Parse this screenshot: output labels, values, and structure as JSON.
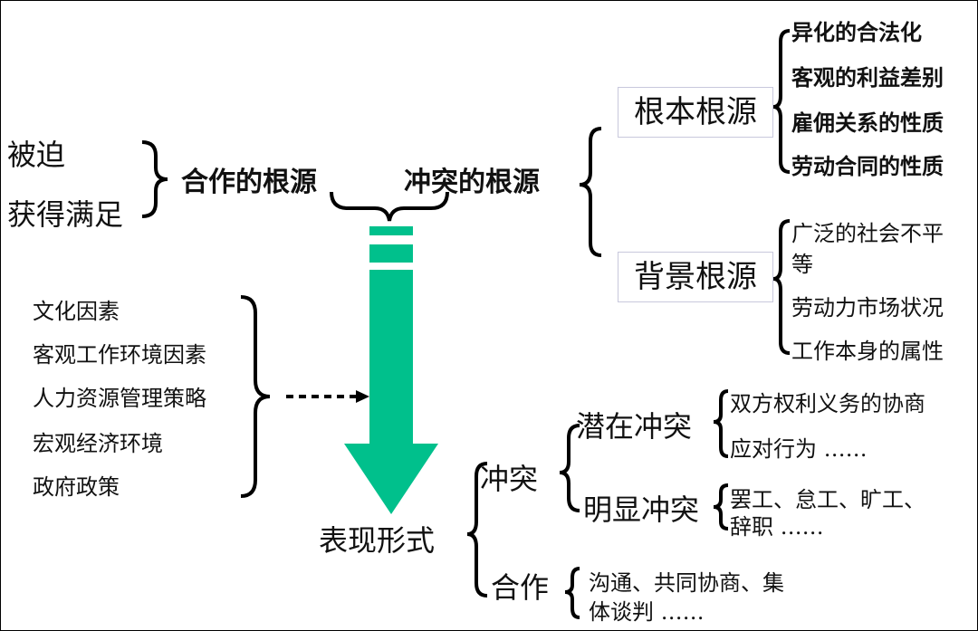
{
  "left": {
    "items": [
      "被迫",
      "获得满足"
    ],
    "cooperation_source": "合作的根源",
    "conflict_source": "冲突的根源"
  },
  "roots": {
    "fundamental": {
      "label": "根本根源",
      "items": [
        "异化的合法化",
        "客观的利益差别",
        "雇佣关系的性质",
        "劳动合同的性质"
      ]
    },
    "background": {
      "label": "背景根源",
      "items": [
        "广泛的社会不平",
        "等",
        "劳动力市场状况",
        "工作本身的属性"
      ]
    }
  },
  "factors": [
    "文化因素",
    "客观工作环境因素",
    "人力资源管理策略",
    "宏观经济环境",
    "政府政策"
  ],
  "forms": {
    "label": "表现形式",
    "conflict": {
      "label": "冲突",
      "latent": {
        "label": "潜在冲突",
        "items": [
          "双方权利义务的协商",
          "应对行为 ……"
        ]
      },
      "overt": {
        "label": "明显冲突",
        "items": [
          "罢工、怠工、旷工、",
          "辞职 ……"
        ]
      }
    },
    "cooperation": {
      "label": "合作",
      "items": [
        "沟通、共同协商、集",
        "体谈判 ……"
      ]
    }
  },
  "colors": {
    "arrow": "#00c08c",
    "text": "#111111",
    "bracket": "#000000"
  }
}
